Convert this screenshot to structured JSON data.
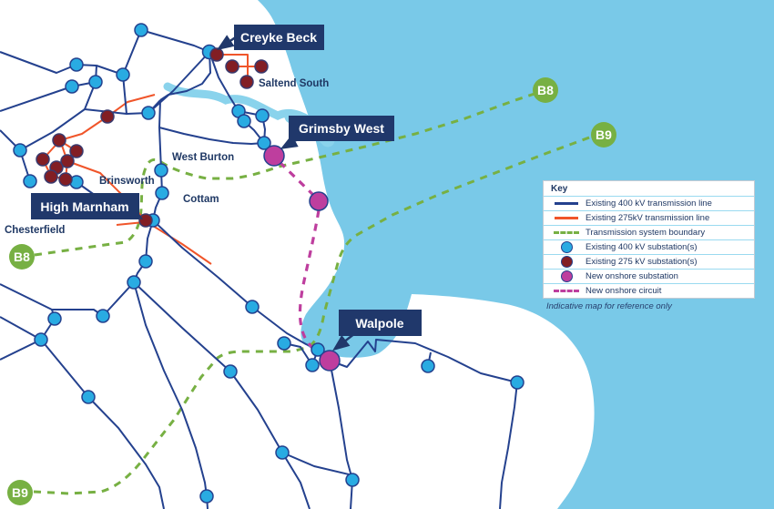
{
  "annotations": {
    "creyke_beck": "Creyke Beck",
    "grimsby_west": "Grimsby West",
    "high_marnham": "High Marnham",
    "walpole": "Walpole"
  },
  "places": {
    "saltend_south": "Saltend South",
    "west_burton": "West Burton",
    "cottam": "Cottam",
    "brinsworth": "Brinsworth",
    "chesterfield": "Chesterfield"
  },
  "boundaries": {
    "b8": "B8",
    "b9": "B9"
  },
  "key": {
    "title": "Key",
    "items": [
      {
        "label": "Existing 400 kV transmission line",
        "symbol": "solid-line",
        "color": "#24418E"
      },
      {
        "label": "Existing 275kV transmission line",
        "symbol": "solid-line",
        "color": "#F0552A"
      },
      {
        "label": "Transmission system boundary",
        "symbol": "dashed-line",
        "color": "#77B043"
      },
      {
        "label": "Existing 400 kV substation(s)",
        "symbol": "circle",
        "color": "#29ABE2"
      },
      {
        "label": "Existing 275 kV substation(s)",
        "symbol": "circle",
        "color": "#821E24"
      },
      {
        "label": "New onshore substation",
        "symbol": "circle",
        "color": "#BE3E9E"
      },
      {
        "label": "New onshore circuit",
        "symbol": "dashed-line",
        "color": "#BE3E9E"
      }
    ]
  },
  "note": "Indicative map for reference only",
  "colors": {
    "sea": "#79C9E8",
    "estuary": "#8AD3EC",
    "land": "#FFFFFF",
    "line_400kv": "#24418E",
    "line_275kv": "#F0552A",
    "boundary": "#77B043",
    "substation_400kv": "#29ABE2",
    "substation_275kv": "#821E24",
    "new_onshore": "#BE3E9E",
    "label_box": "#20386B",
    "boundary_marker": "#77B043"
  }
}
